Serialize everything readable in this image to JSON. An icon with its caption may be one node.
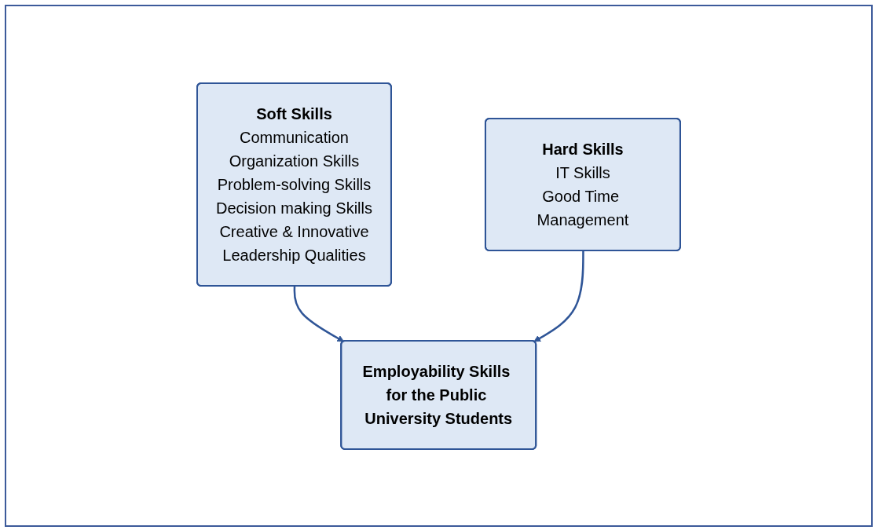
{
  "diagram": {
    "nodes": [
      {
        "text": [
          "Soft Skills",
          "Communication",
          "Organization Skills",
          "Problem-solving Skills",
          "Decision making Skills",
          "Creative & Innovative",
          "Leadership Qualities"
        ]
      },
      {
        "text": [
          "Hard Skills",
          "IT Skills",
          "Good Time Management"
        ]
      },
      {
        "text": [
          "Employability Skills for the Public University Students"
        ]
      }
    ],
    "edges": [
      {
        "from": 0,
        "to": 2,
        "arrow": "to"
      },
      {
        "from": 1,
        "to": 2,
        "arrow": "to"
      }
    ]
  }
}
